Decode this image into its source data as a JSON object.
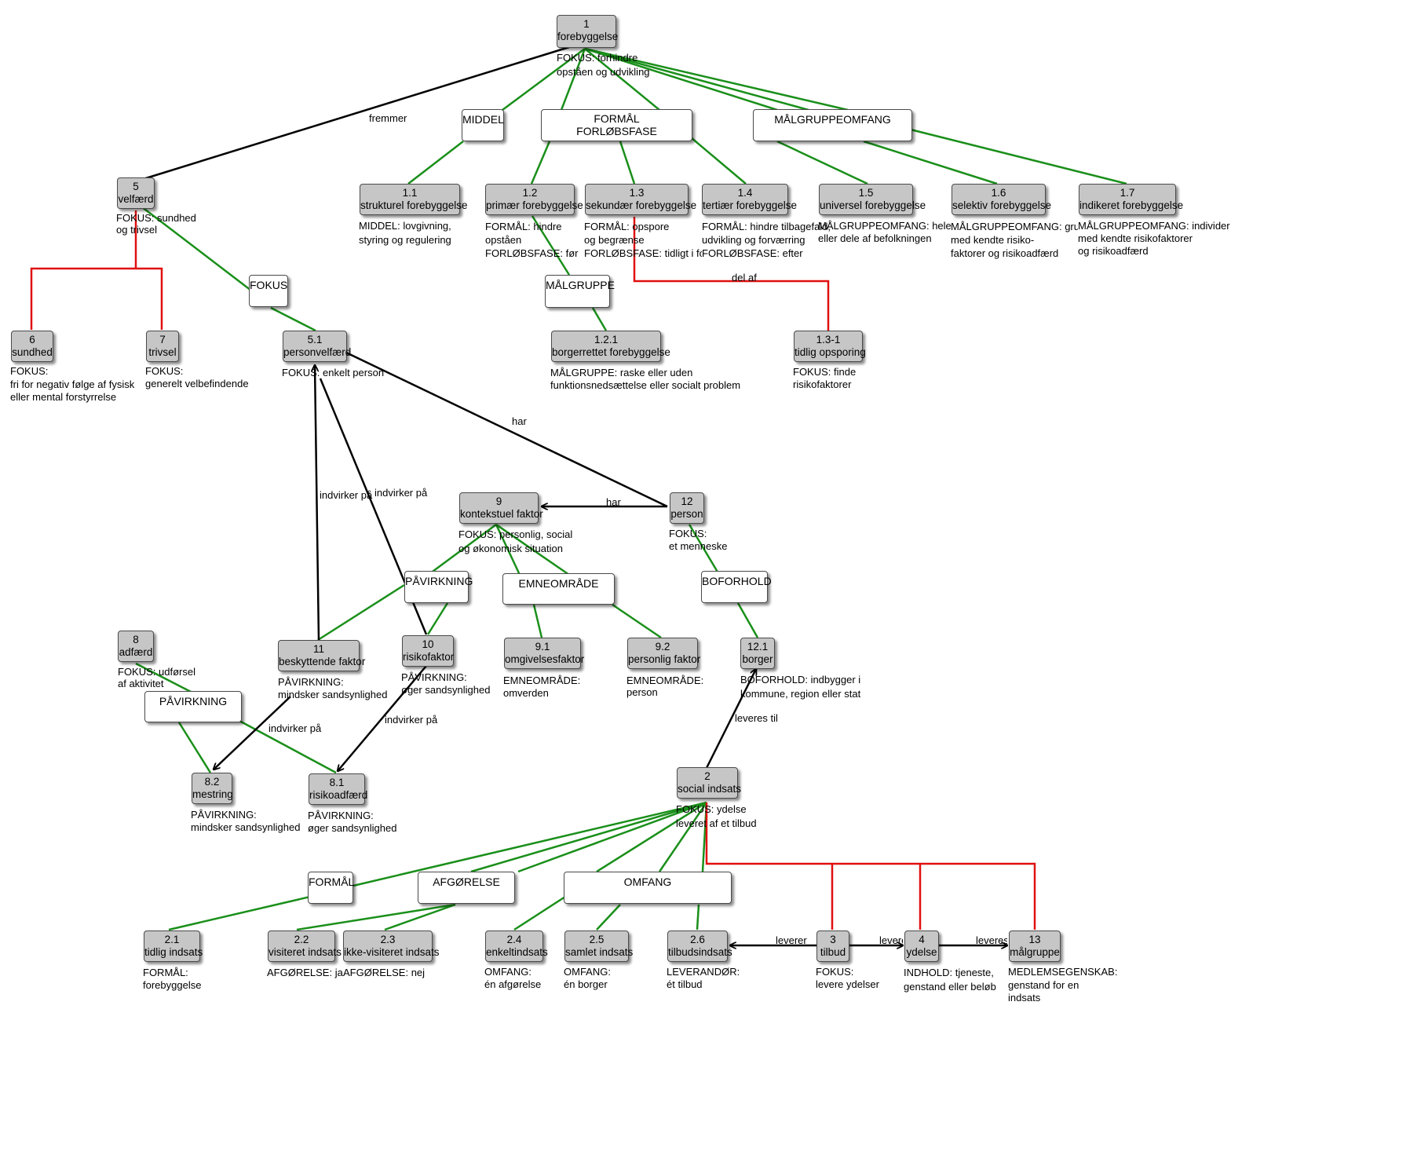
{
  "nodes": {
    "n1": {
      "id": "1",
      "label": "forebyggelse",
      "desc": [
        "FOKUS: forhindre",
        "opståen og udvikling"
      ]
    },
    "n5": {
      "id": "5",
      "label": "velfærd",
      "desc": [
        "FOKUS: sundhed",
        "og trivsel"
      ]
    },
    "n6": {
      "id": "6",
      "label": "sundhed",
      "desc": [
        "FOKUS:",
        "fri for negativ følge af fysisk",
        "eller mental forstyrrelse"
      ]
    },
    "n7": {
      "id": "7",
      "label": "trivsel",
      "desc": [
        "FOKUS:",
        "generelt velbefindende"
      ]
    },
    "n51": {
      "id": "5.1",
      "label": "personvelfærd",
      "desc": [
        "FOKUS: enkelt person"
      ]
    },
    "n11a": {
      "id": "1.1",
      "label": "strukturel forebyggelse",
      "desc": [
        "MIDDEL: lovgivning,",
        "styring og regulering"
      ]
    },
    "n12a": {
      "id": "1.2",
      "label": "primær forebyggelse",
      "desc": [
        "FORMÅL: hindre",
        "opståen",
        "FORLØBSFASE: før"
      ]
    },
    "n13a": {
      "id": "1.3",
      "label": "sekundær forebyggelse",
      "desc": [
        "FORMÅL: opspore",
        "og begrænse",
        "FORLØBSFASE: tidligt i forløb"
      ]
    },
    "n14a": {
      "id": "1.4",
      "label": "tertiær forebyggelse",
      "desc": [
        "FORMÅL: hindre tilbagefald,",
        "udvikling og forværring",
        "FORLØBSFASE: efter"
      ]
    },
    "n15a": {
      "id": "1.5",
      "label": "universel forebyggelse",
      "desc": [
        "MÅLGRUPPEOMFANG: hele",
        "eller dele af befolkningen"
      ]
    },
    "n16a": {
      "id": "1.6",
      "label": "selektiv forebyggelse",
      "desc": [
        "MÅLGRUPPEOMFANG: grupper",
        "med kendte risiko-",
        "faktorer og risikoadfærd"
      ]
    },
    "n17a": {
      "id": "1.7",
      "label": "indikeret forebyggelse",
      "desc": [
        "MÅLGRUPPEOMFANG: individer",
        "med kendte risikofaktorer",
        "og risikoadfærd"
      ]
    },
    "n121": {
      "id": "1.2.1",
      "label": "borgerrettet forebyggelse",
      "desc": [
        "MÅLGRUPPE: raske eller uden",
        "funktionsnedsættelse eller socialt problem"
      ]
    },
    "n131": {
      "id": "1.3-1",
      "label": "tidlig opsporing",
      "desc": [
        "FOKUS: finde",
        "risikofaktorer"
      ]
    },
    "n9": {
      "id": "9",
      "label": "kontekstuel faktor",
      "desc": [
        "FOKUS: personlig, social",
        "og økonomisk situation"
      ]
    },
    "n12": {
      "id": "12",
      "label": "person",
      "desc": [
        "FOKUS:",
        "et menneske"
      ]
    },
    "n8": {
      "id": "8",
      "label": "adfærd",
      "desc": [
        "FOKUS: udførsel",
        "af aktivitet"
      ]
    },
    "n11": {
      "id": "11",
      "label": "beskyttende faktor",
      "desc": [
        "PÅVIRKNING:",
        "mindsker sandsynlighed"
      ]
    },
    "n10": {
      "id": "10",
      "label": "risikofaktor",
      "desc": [
        "PÅVIRKNING:",
        "øger sandsynlighed"
      ]
    },
    "n91": {
      "id": "9.1",
      "label": "omgivelsesfaktor",
      "desc": [
        "EMNEOMRÅDE:",
        "omverden"
      ]
    },
    "n92": {
      "id": "9.2",
      "label": "personlig faktor",
      "desc": [
        "EMNEOMRÅDE:",
        "person"
      ]
    },
    "n121b": {
      "id": "12.1",
      "label": "borger",
      "desc": [
        "BOFORHOLD: indbygger i",
        "kommune, region eller stat"
      ]
    },
    "n82": {
      "id": "8.2",
      "label": "mestring",
      "desc": [
        "PÅVIRKNING:",
        "mindsker sandsynlighed"
      ]
    },
    "n81": {
      "id": "8.1",
      "label": "risikoadfærd",
      "desc": [
        "PÅVIRKNING:",
        "øger sandsynlighed"
      ]
    },
    "n2": {
      "id": "2",
      "label": "social indsats",
      "desc": [
        "FOKUS: ydelse",
        "leveret af et tilbud"
      ]
    },
    "n21": {
      "id": "2.1",
      "label": "tidlig indsats",
      "desc": [
        "FORMÅL:",
        "forebyggelse"
      ]
    },
    "n22": {
      "id": "2.2",
      "label": "visiteret indsats",
      "desc": [
        "AFGØRELSE: ja"
      ]
    },
    "n23": {
      "id": "2.3",
      "label": "ikke-visiteret indsats",
      "desc": [
        "AFGØRELSE: nej"
      ]
    },
    "n24": {
      "id": "2.4",
      "label": "enkeltindsats",
      "desc": [
        "OMFANG:",
        "én afgørelse"
      ]
    },
    "n25": {
      "id": "2.5",
      "label": "samlet indsats",
      "desc": [
        "OMFANG:",
        "én borger"
      ]
    },
    "n26": {
      "id": "2.6",
      "label": "tilbudsindsats",
      "desc": [
        "LEVERANDØR:",
        "ét tilbud"
      ]
    },
    "n3": {
      "id": "3",
      "label": "tilbud",
      "desc": [
        "FOKUS:",
        "levere ydelser"
      ]
    },
    "n4": {
      "id": "4",
      "label": "ydelse",
      "desc": [
        "INDHOLD: tjeneste,",
        "genstand eller beløb"
      ]
    },
    "n13": {
      "id": "13",
      "label": "målgruppe",
      "desc": [
        "MEDLEMSEGENSKAB:",
        "genstand for en",
        "indsats"
      ]
    }
  },
  "categories": {
    "middel": [
      "MIDDEL"
    ],
    "formaal_forloeb": [
      "FORMÅL",
      "FORLØBSFASE"
    ],
    "maalgruppeomfang": [
      "MÅLGRUPPEOMFANG"
    ],
    "fokus": [
      "FOKUS"
    ],
    "maalgruppe": [
      "MÅLGRUPPE"
    ],
    "paavirkning_top": [
      "PÅVIRKNING"
    ],
    "emneomraade": [
      "EMNEOMRÅDE"
    ],
    "boforhold": [
      "BOFORHOLD"
    ],
    "paavirkning_left": [
      "PÅVIRKNING"
    ],
    "formaal": [
      "FORMÅL"
    ],
    "afgoerelse": [
      "AFGØRELSE"
    ],
    "omfang": [
      "OMFANG"
    ]
  },
  "edge_labels": {
    "fremmer": "fremmer",
    "del_af": "del af",
    "har_person": "har",
    "har_kontekst": "har",
    "indvirker_11": "indvirker på",
    "indvirker_10": "indvirker på",
    "indvirker_82": "indvirker på",
    "indvirker_81": "indvirker på",
    "leveres_til": "leveres til",
    "leverer_26": "leverer",
    "leverer_4": "leverer",
    "leveres_13": "leveres til"
  },
  "colors": {
    "node_fill": "#c6c6c6",
    "category_fill": "#ffffff",
    "subtype_edge": "#1a8f1a",
    "part_edge": "#e01010",
    "relation_edge": "#000000"
  }
}
